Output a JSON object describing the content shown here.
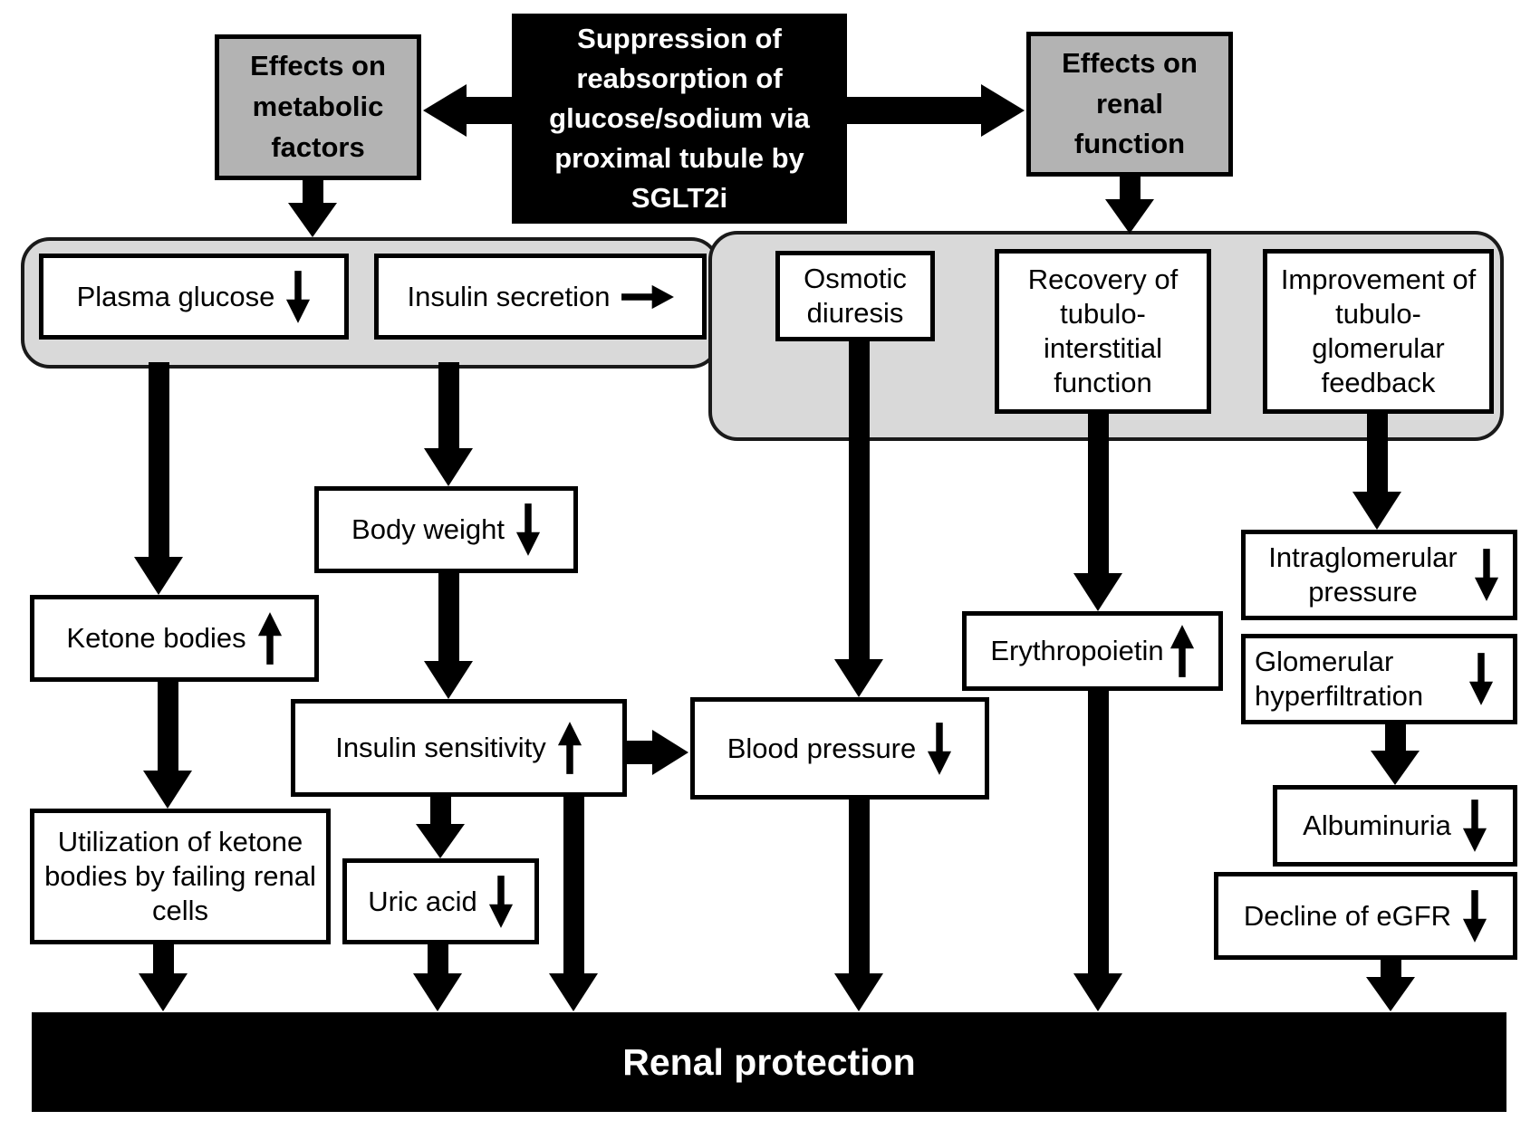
{
  "diagram": {
    "root": {
      "label": "Suppression of reabsorption of glucose/sodium via proximal tubule by SGLT2i"
    },
    "branch_left": {
      "label": "Effects on metabolic factors"
    },
    "branch_right": {
      "label": "Effects on renal function"
    },
    "footer": {
      "label": "Renal protection"
    }
  },
  "nodes": {
    "plasma_glucose": {
      "label": "Plasma glucose",
      "trend": "down"
    },
    "insulin_secretion": {
      "label": "Insulin secretion",
      "trend": "right"
    },
    "osmotic_diuresis": {
      "label": "Osmotic diuresis"
    },
    "recovery_tubulo": {
      "label": "Recovery of tubulo-interstitial function"
    },
    "improvement_feedback": {
      "label": "Improvement of tubulo-glomerular feedback"
    },
    "ketone_bodies": {
      "label": "Ketone bodies",
      "trend": "up"
    },
    "body_weight": {
      "label": "Body weight",
      "trend": "down"
    },
    "utilization_ketone": {
      "label": "Utilization of ketone bodies by failing renal cells"
    },
    "insulin_sensitivity": {
      "label": "Insulin sensitivity",
      "trend": "up"
    },
    "uric_acid": {
      "label": "Uric acid",
      "trend": "down"
    },
    "blood_pressure": {
      "label": "Blood pressure",
      "trend": "down"
    },
    "erythropoietin": {
      "label": "Erythropoietin",
      "trend": "up"
    },
    "intraglomerular_pressure": {
      "label": "Intraglomerular pressure",
      "trend": "down"
    },
    "glomerular_hyperfiltration": {
      "label": "Glomerular hyperfiltration",
      "trend": "down"
    },
    "albuminuria": {
      "label": "Albuminuria",
      "trend": "down"
    },
    "decline_egfr": {
      "label": "Decline of eGFR",
      "trend": "down"
    }
  },
  "colors": {
    "branch_fill": "#b3b3b3",
    "container_fill": "#d9d9d9",
    "root_fill": "#000000",
    "footer_fill": "#000000",
    "arrow": "#000000",
    "inverse_text": "#ffffff"
  }
}
